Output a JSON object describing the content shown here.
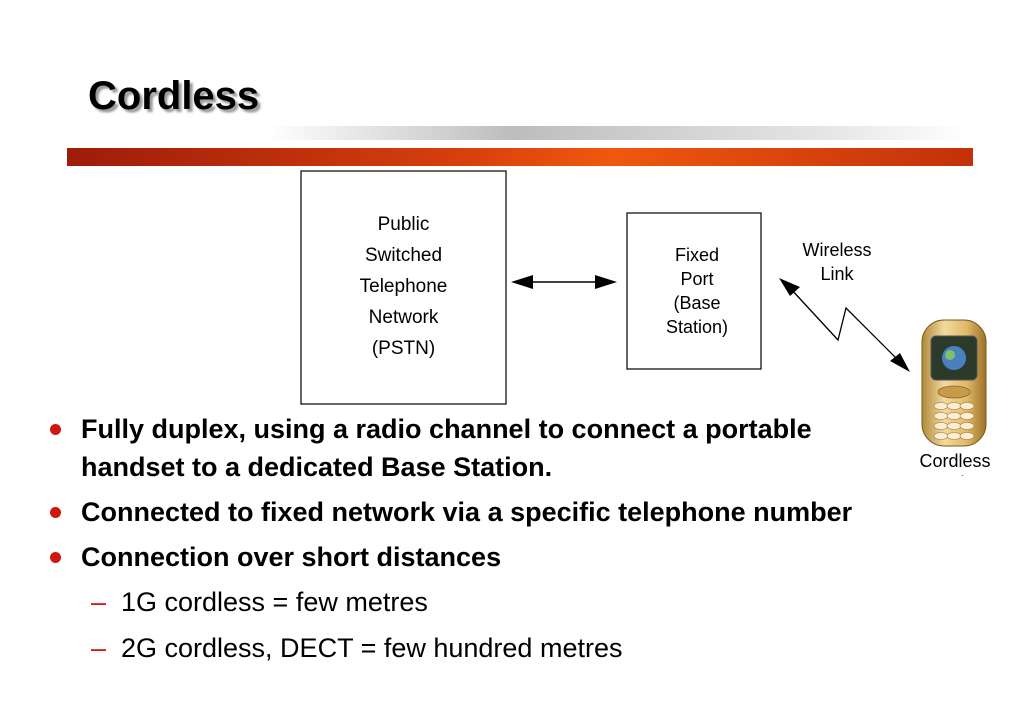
{
  "title": "Cordless",
  "diagram": {
    "pstn_lines": [
      "Public",
      "Switched",
      "Telephone",
      "Network",
      "(PSTN)"
    ],
    "fixed_port_lines": [
      "Fixed",
      "Port",
      "(Base",
      "Station)"
    ],
    "wireless_lines": [
      "Wireless",
      "Link"
    ],
    "handset_label": "Cordless Handset"
  },
  "bullets": [
    {
      "text": "Fully duplex, using a radio channel to connect a portable handset to a dedicated Base Station.",
      "subs": []
    },
    {
      "text": "Connected to fixed network via a specific telephone number",
      "subs": []
    },
    {
      "text": "Connection over short distances",
      "subs": [
        "1G cordless = few metres",
        "2G cordless, DECT = few hundred metres"
      ]
    }
  ],
  "colors": {
    "bullet": "#d0160d",
    "bar": "#d9410c"
  }
}
